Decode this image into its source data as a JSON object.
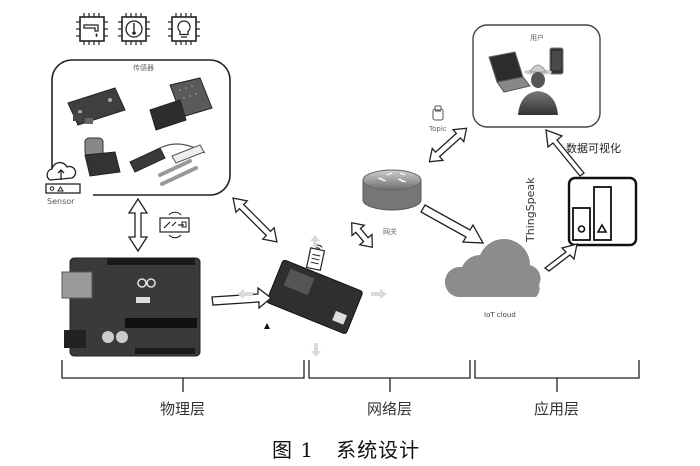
{
  "figure": {
    "caption_number": "图 1",
    "caption_title": "系统设计"
  },
  "sensor_box": {
    "title": "传感器",
    "sensor_label": "Sensor",
    "top_icons": [
      "water-tap-chip-icon",
      "thermometer-chip-icon",
      "lightbulb-chip-icon"
    ]
  },
  "user_box": {
    "title": "用户"
  },
  "nodes": {
    "topic_label": "Topic",
    "gateway_label": "网关",
    "cloud_label": "IoT cloud",
    "thingspeak_label": "ThingSpeak",
    "visualization_label": "数据可视化"
  },
  "layers": [
    {
      "label": "物理层"
    },
    {
      "label": "网络层"
    },
    {
      "label": "应用层"
    }
  ],
  "colors": {
    "line": "#222222",
    "cloud": "#8c8c8c",
    "faded_arrow": "#d8d8d8",
    "board": "#3a3a3a"
  }
}
